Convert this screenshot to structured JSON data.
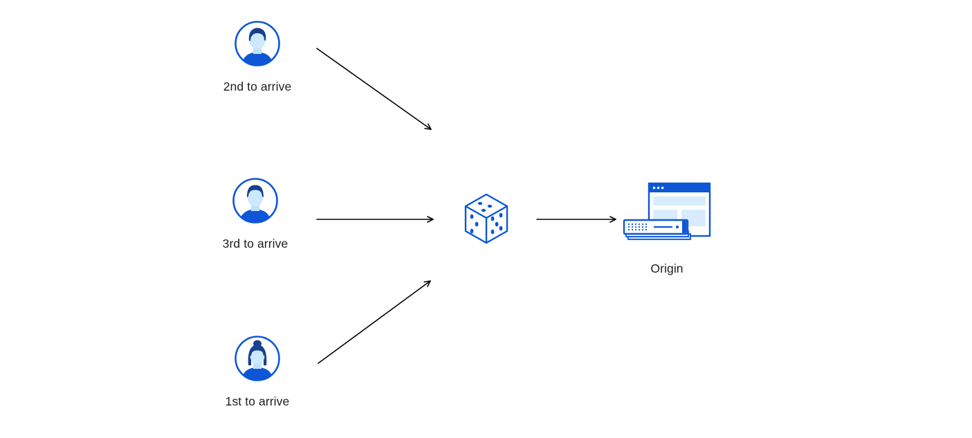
{
  "diagram": {
    "clients": [
      {
        "id": "second",
        "label": "2nd to arrive",
        "icon": "male-user-avatar-icon"
      },
      {
        "id": "third",
        "label": "3rd to arrive",
        "icon": "male-user-avatar-icon"
      },
      {
        "id": "first",
        "label": "1st to arrive",
        "icon": "female-user-avatar-icon"
      }
    ],
    "center": {
      "icon": "dice-icon"
    },
    "origin": {
      "label": "Origin",
      "icon": "origin-server-icon"
    },
    "colors": {
      "accent_blue": "#0D57D6",
      "dark_navy": "#17418F",
      "light_blue": "#D9ECFF",
      "pale_blue": "#EAF5FF",
      "arrow": "#000000",
      "text": "#1d1d1f",
      "background": "#ffffff"
    }
  }
}
